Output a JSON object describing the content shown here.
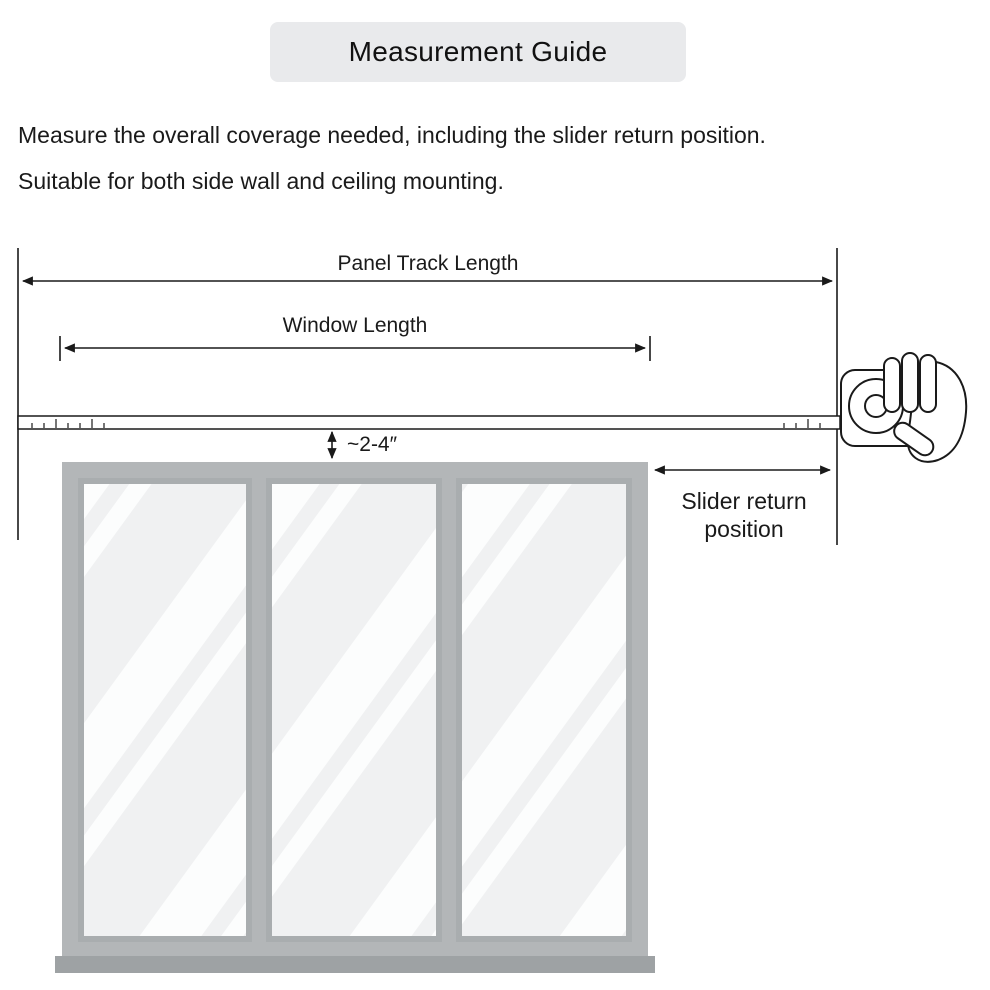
{
  "title": "Measurement Guide",
  "description": {
    "line1": "Measure the overall coverage needed, including the slider return position.",
    "line2": "Suitable for both side wall and ceiling mounting."
  },
  "diagram": {
    "labels": {
      "panel_track": "Panel Track Length",
      "window_length": "Window Length",
      "gap": "~2-4″",
      "slider_return_1": "Slider return",
      "slider_return_2": "position"
    },
    "icons": {
      "tape_measure": "tape-measure-icon",
      "hand": "hand-icon"
    },
    "colors": {
      "banner_bg": "#e9eaec",
      "line": "#1a1a1a",
      "frame": "#b3b6b8",
      "pane_border": "#a9adaf",
      "glass": "#f0f1f2",
      "glass_stripe": "#fcfdfd",
      "sill": "#9ea2a4"
    }
  }
}
